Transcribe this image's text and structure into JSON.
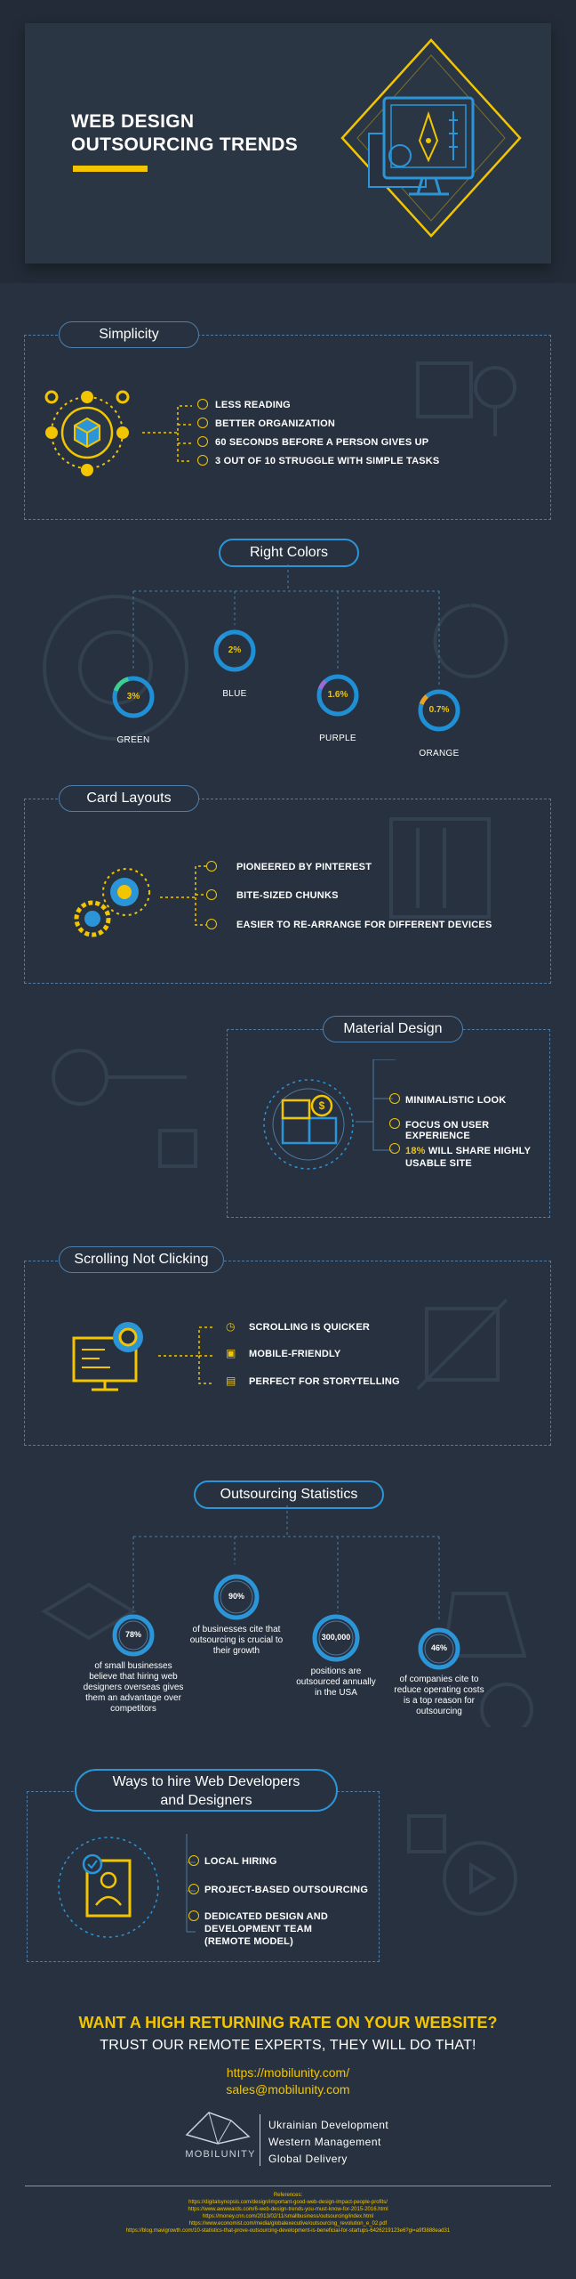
{
  "header": {
    "title_line1": "WEB DESIGN",
    "title_line2": "OUTSOURCING TRENDS",
    "accent": "#f2c500"
  },
  "simplicity": {
    "title": "Simplicity",
    "items": [
      "LESS READING",
      "BETTER ORGANIZATION",
      "60 SECONDS BEFORE A PERSON GIVES UP",
      "3 OUT OF 10 STRUGGLE WITH SIMPLE TASKS"
    ]
  },
  "colors": {
    "title": "Right Colors",
    "items": [
      {
        "name": "GREEN",
        "percent": "3%",
        "value": 0.03,
        "color": "#3ecf8e"
      },
      {
        "name": "BLUE",
        "percent": "2%",
        "value": 0.02,
        "color": "#2b95d8"
      },
      {
        "name": "PURPLE",
        "percent": "1.6%",
        "value": 0.016,
        "color": "#9b6bd6"
      },
      {
        "name": "ORANGE",
        "percent": "0.7%",
        "value": 0.007,
        "color": "#f0a21c"
      }
    ]
  },
  "cards": {
    "title": "Card Layouts",
    "items": [
      "PIONEERED BY PINTEREST",
      "BITE-SIZED CHUNKS",
      "EASIER TO RE-ARRANGE FOR DIFFERENT DEVICES"
    ]
  },
  "material": {
    "title": "Material Design",
    "item1": "MINIMALISTIC LOOK",
    "item2": "FOCUS ON USER EXPERIENCE",
    "item3_highlight": "18%",
    "item3_line1": "WILL SHARE HIGHLY",
    "item3_line2": "USABLE SITE"
  },
  "scrolling": {
    "title": "Scrolling Not Clicking",
    "items": [
      "SCROLLING IS QUICKER",
      "MOBILE-FRIENDLY",
      "PERFECT FOR STORYTELLING"
    ]
  },
  "stats": {
    "title": "Outsourcing Statistics",
    "items": [
      {
        "value": "78%",
        "lines": [
          "of small businesses",
          "believe that hiring web",
          "designers overseas gives",
          "them an advantage over",
          "competitors"
        ]
      },
      {
        "value": "90%",
        "lines": [
          "of businesses cite that",
          "outsourcing is crucial to",
          "their growth"
        ]
      },
      {
        "value": "300,000",
        "lines": [
          "positions are",
          "outsourced annually",
          "in the USA"
        ]
      },
      {
        "value": "46%",
        "lines": [
          "of companies cite to",
          "reduce operating costs",
          "is a top reason for",
          "outsourcing"
        ]
      }
    ]
  },
  "ways": {
    "title_line1": "Ways to hire Web Developers",
    "title_line2": "and Designers",
    "item1": "LOCAL HIRING",
    "item2": "PROJECT-BASED OUTSOURCING",
    "item3_lines": [
      "DEDICATED DESIGN AND",
      "DEVELOPMENT TEAM",
      "(REMOTE MODEL)"
    ]
  },
  "cta": {
    "headline": "WANT A HIGH RETURNING RATE ON YOUR WEBSITE?",
    "subline": "TRUST OUR REMOTE EXPERTS, THEY WILL DO THAT!",
    "url": "https://mobilunity.com/",
    "email": "sales@mobilunity.com"
  },
  "brand": {
    "name": "MOBILUNITY",
    "tagline1": "Ukrainian Development",
    "tagline2": "Western Management",
    "tagline3": "Global Delivery"
  },
  "references": {
    "title": "References:",
    "links": [
      "https://digitalsynopsis.com/design/important-good-web-design-impact-people-profits/",
      "https://www.awwwards.com/6-web-design-trends-you-must-know-for-2015-2016.html",
      "https://money.cnn.com/2013/02/11/smallbusiness/outsourcing/index.html",
      "https://www.economist.com/media/globalexecutive/outsourcing_revolution_e_02.pdf",
      "https://blog.mavigrowth.com/10-statistics-that-prove-outsourcing-development-is-beneficial-for-startups-6426219123e6?gi=a9f3888ead31"
    ]
  }
}
